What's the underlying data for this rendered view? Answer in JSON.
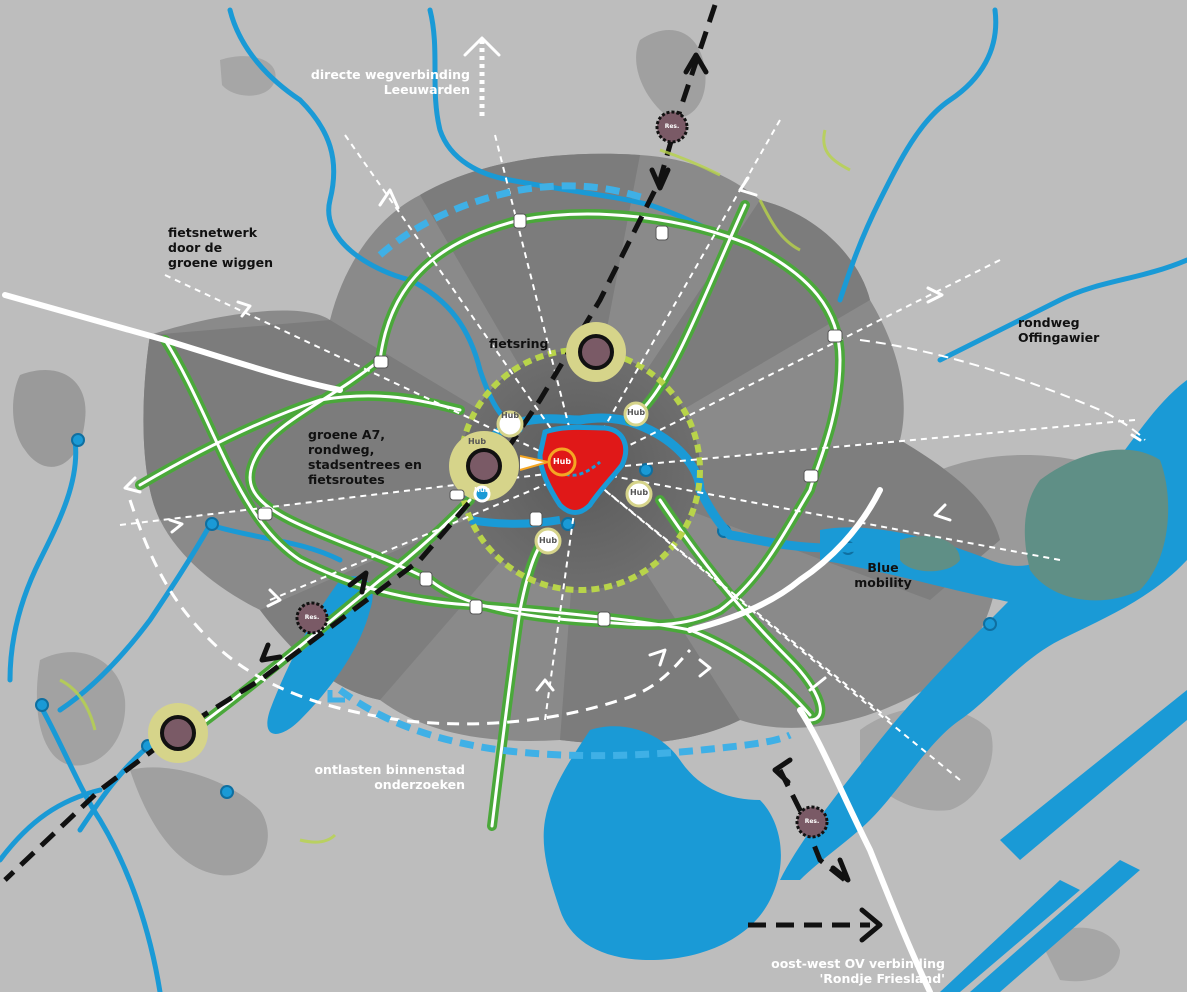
{
  "labels": {
    "directe_weg": [
      "directe wegverbinding",
      "Leeuwarden"
    ],
    "fietsnetwerk": [
      "fietsnetwerk",
      "door de",
      "groene wiggen"
    ],
    "fietsring": "fietsring",
    "groene_a7": [
      "groene A7,",
      "rondweg,",
      "stadsentrees en",
      "fietsroutes"
    ],
    "rondweg_offingawier": [
      "rondweg",
      "Offingawier"
    ],
    "blue_mobility": [
      "Blue",
      "mobility"
    ],
    "ontlasten": [
      "ontlasten binnenstad",
      "onderzoeken"
    ],
    "oost_west": [
      "oost-west OV verbinding",
      "'Rondje Friesland'"
    ]
  },
  "markers": {
    "hub": "Hub",
    "res": "Res."
  },
  "colors": {
    "background": "#bdbdbd",
    "urban_dark": "#7a7a7a",
    "urban_mid": "#909090",
    "water": "#1a9ad6",
    "green_route": "#4aa83a",
    "hub_halo": "#d6d48a",
    "hub_core": "#7a5a66",
    "center": "#e01818",
    "ring_dash": "#b8d44a"
  }
}
